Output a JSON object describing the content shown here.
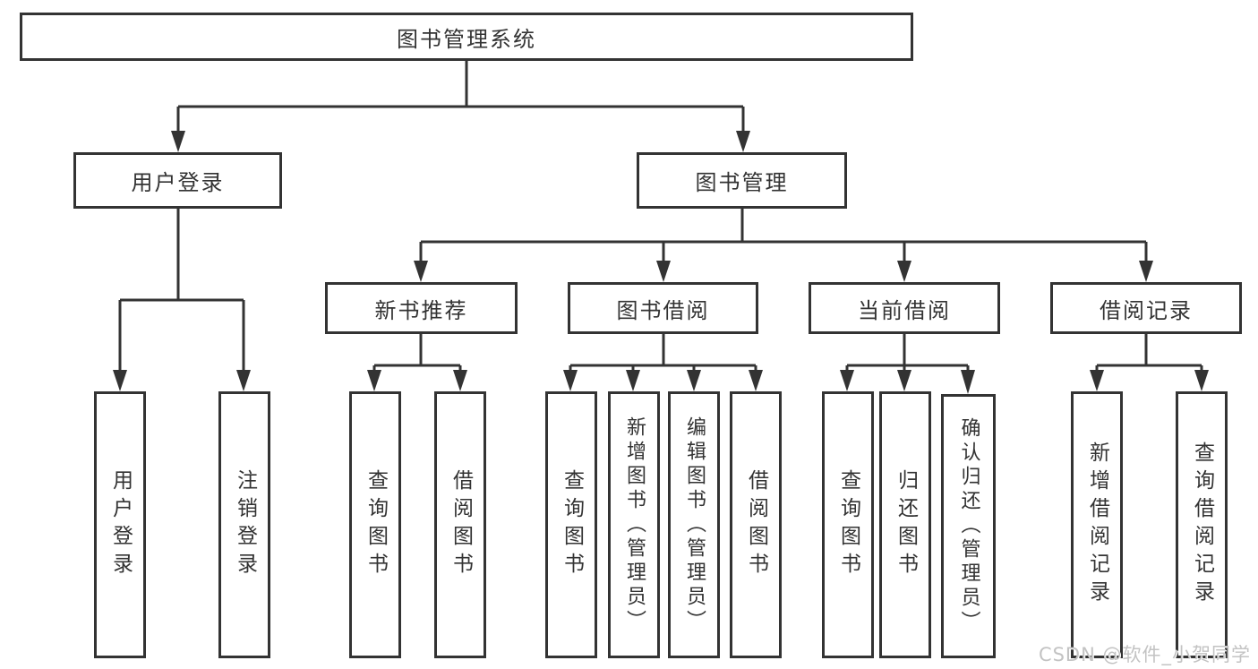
{
  "tree": {
    "root": {
      "label": "图书管理系统",
      "children": [
        {
          "label": "用户登录",
          "leaves": [
            "用户登录",
            "注销登录"
          ]
        },
        {
          "label": "图书管理",
          "children": [
            {
              "label": "新书推荐",
              "leaves": [
                "查询图书",
                "借阅图书"
              ]
            },
            {
              "label": "图书借阅",
              "leaves": [
                "查询图书",
                "新增图书（管理员）",
                "编辑图书（管理员）",
                "借阅图书"
              ]
            },
            {
              "label": "当前借阅",
              "leaves": [
                "查询图书",
                "归还图书",
                "确认归还（管理员）"
              ]
            },
            {
              "label": "借阅记录",
              "leaves": [
                "新增借阅记录",
                "查询借阅记录"
              ]
            }
          ]
        }
      ]
    }
  },
  "watermark": {
    "text": "CSDN @软件_小贺同学"
  },
  "colors": {
    "line": "#333333",
    "text": "#333333",
    "box_background": "#ffffff",
    "watermark": "#c3c3c3",
    "background": "#ffffff"
  }
}
